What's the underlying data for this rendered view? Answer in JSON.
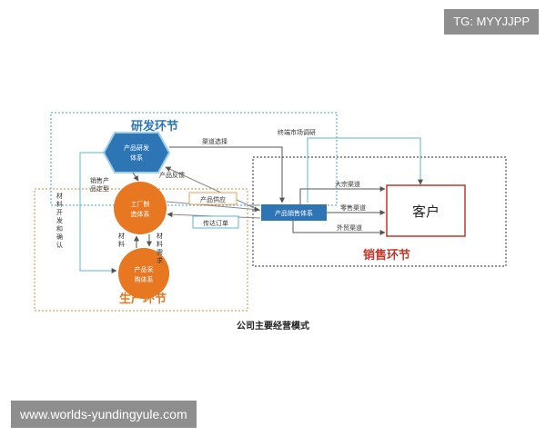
{
  "watermark_top": "TG: MYYJJPP",
  "watermark_bottom": "www.worlds-yundingyule.com",
  "sections": {
    "rd": "研发环节",
    "production": "生产环节",
    "sales": "销售环节"
  },
  "nodes": {
    "rd_system": [
      "产品研发",
      "体系"
    ],
    "factory": [
      "工厂制",
      "造体系"
    ],
    "purchase": [
      "产品采",
      "购体系"
    ],
    "sales_system": "产品销售体系",
    "customer": "客户"
  },
  "labels": {
    "channel_select": "渠道选择",
    "terminal_research": "终端市场调研",
    "product_feedback": "产品反馈",
    "sales_product_positioning": [
      "销售产",
      "品定型"
    ],
    "material_dev_confirm": [
      "材",
      "料",
      "开",
      "发",
      "和",
      "确",
      "认"
    ],
    "product_supply": "产品供应",
    "deliver_orders": "传达订单",
    "materials_left": [
      "材",
      "料"
    ],
    "materials_demand": [
      "材",
      "料",
      "需",
      "求"
    ],
    "large_channel": "大宗渠道",
    "retail_channel": "零售渠道",
    "foreign_trade_channel": "外贸渠道"
  },
  "caption": "公司主要经营模式",
  "colors": {
    "blue": "#2e75b6",
    "lightblue": "#5bb6d8",
    "orange": "#e87722",
    "red": "#c0392b",
    "gray": "#666666"
  }
}
